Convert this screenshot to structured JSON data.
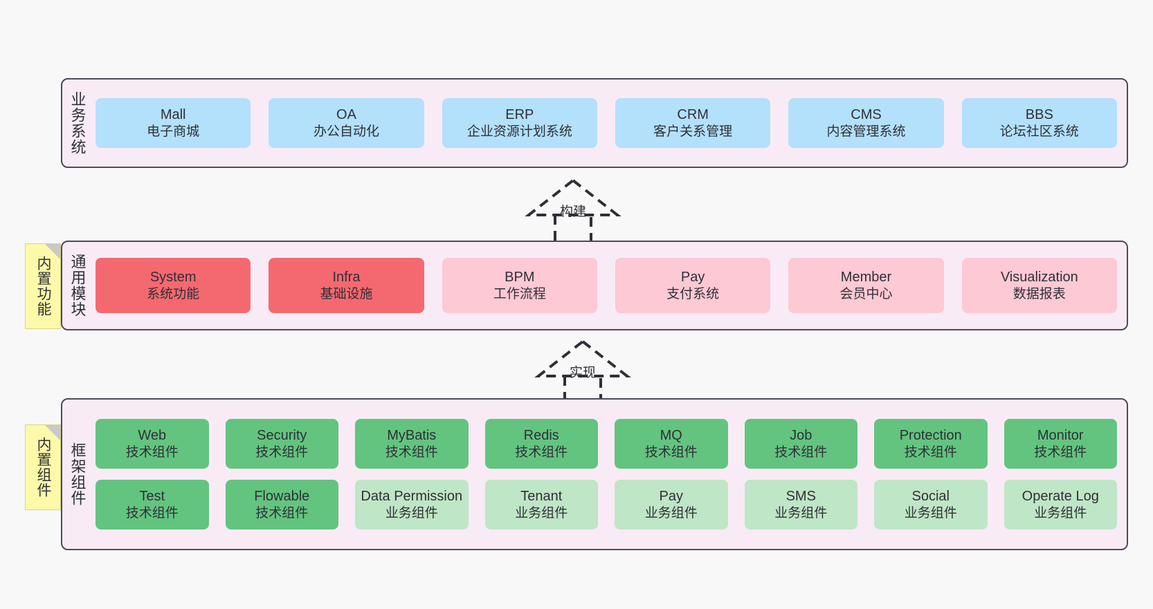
{
  "canvas": {
    "background": "#f8f8f8",
    "panel_fill": "#f8ebf6",
    "panel_border": "#4c4a57"
  },
  "palette": {
    "blue": "#b3e0fb",
    "red": "#f4696f",
    "pink": "#fcc9d4",
    "green": "#63c47f",
    "green_light": "#bfe6c6",
    "sticky_yellow": "#fcf9a8",
    "text": "#2f2f38"
  },
  "sticky_notes": [
    {
      "id": "builtin-function",
      "label": "内置功能"
    },
    {
      "id": "builtin-component",
      "label": "内置组件"
    }
  ],
  "connectors": [
    {
      "id": "build",
      "label": "构建",
      "style": "dashed-generalization",
      "direction": "up"
    },
    {
      "id": "implement",
      "label": "实现",
      "style": "dashed-generalization",
      "direction": "up"
    }
  ],
  "layers": [
    {
      "id": "business",
      "title": "业务系统",
      "rows": [
        [
          {
            "name": "Mall",
            "desc": "电子商城",
            "color": "blue"
          },
          {
            "name": "OA",
            "desc": "办公自动化",
            "color": "blue"
          },
          {
            "name": "ERP",
            "desc": "企业资源计划系统",
            "color": "blue"
          },
          {
            "name": "CRM",
            "desc": "客户关系管理",
            "color": "blue"
          },
          {
            "name": "CMS",
            "desc": "内容管理系统",
            "color": "blue"
          },
          {
            "name": "BBS",
            "desc": "论坛社区系统",
            "color": "blue"
          }
        ]
      ]
    },
    {
      "id": "common",
      "title": "通用模块",
      "rows": [
        [
          {
            "name": "System",
            "desc": "系统功能",
            "color": "red"
          },
          {
            "name": "Infra",
            "desc": "基础设施",
            "color": "red"
          },
          {
            "name": "BPM",
            "desc": "工作流程",
            "color": "pink"
          },
          {
            "name": "Pay",
            "desc": "支付系统",
            "color": "pink"
          },
          {
            "name": "Member",
            "desc": "会员中心",
            "color": "pink"
          },
          {
            "name": "Visualization",
            "desc": "数据报表",
            "color": "pink"
          }
        ]
      ]
    },
    {
      "id": "framework",
      "title": "框架组件",
      "rows": [
        [
          {
            "name": "Web",
            "desc": "技术组件",
            "color": "green"
          },
          {
            "name": "Security",
            "desc": "技术组件",
            "color": "green"
          },
          {
            "name": "MyBatis",
            "desc": "技术组件",
            "color": "green"
          },
          {
            "name": "Redis",
            "desc": "技术组件",
            "color": "green"
          },
          {
            "name": "MQ",
            "desc": "技术组件",
            "color": "green"
          },
          {
            "name": "Job",
            "desc": "技术组件",
            "color": "green"
          },
          {
            "name": "Protection",
            "desc": "技术组件",
            "color": "green"
          },
          {
            "name": "Monitor",
            "desc": "技术组件",
            "color": "green"
          }
        ],
        [
          {
            "name": "Test",
            "desc": "技术组件",
            "color": "green"
          },
          {
            "name": "Flowable",
            "desc": "技术组件",
            "color": "green"
          },
          {
            "name": "Data Permission",
            "desc": "业务组件",
            "color": "green_light"
          },
          {
            "name": "Tenant",
            "desc": "业务组件",
            "color": "green_light"
          },
          {
            "name": "Pay",
            "desc": "业务组件",
            "color": "green_light"
          },
          {
            "name": "SMS",
            "desc": "业务组件",
            "color": "green_light"
          },
          {
            "name": "Social",
            "desc": "业务组件",
            "color": "green_light"
          },
          {
            "name": "Operate Log",
            "desc": "业务组件",
            "color": "green_light"
          }
        ]
      ]
    }
  ]
}
